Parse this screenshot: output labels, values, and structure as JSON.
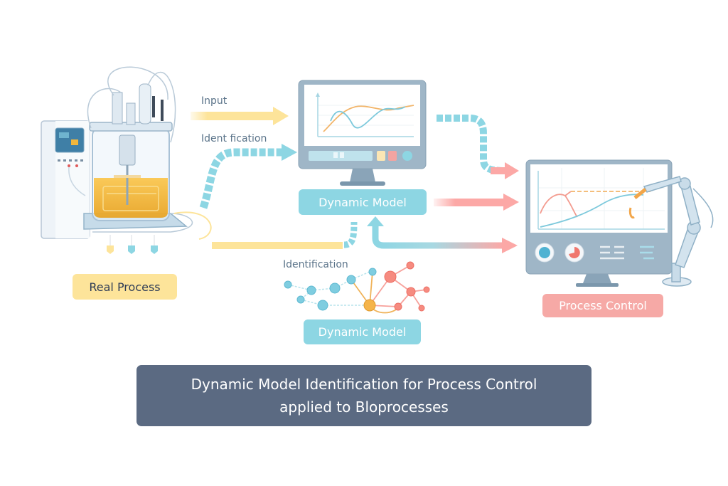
{
  "labels": {
    "input": "Input",
    "identification_top": "Ident fication",
    "identification_bottom": "Identification"
  },
  "nodes": {
    "real_process": "Real Process",
    "dynamic_model_monitor": "Dynamic Model",
    "dynamic_model_network": "Dynamic Model",
    "process_control": "Process Control"
  },
  "banner": {
    "line1": "Dynamic Model Identification for Process Control",
    "line2": "applied to Bloprocesses"
  },
  "colors": {
    "yellow": "#fde49a",
    "cyan": "#8dd6e3",
    "red": "#f6a9a6",
    "banner": "#5b6a82",
    "text_label": "#5a7389"
  }
}
